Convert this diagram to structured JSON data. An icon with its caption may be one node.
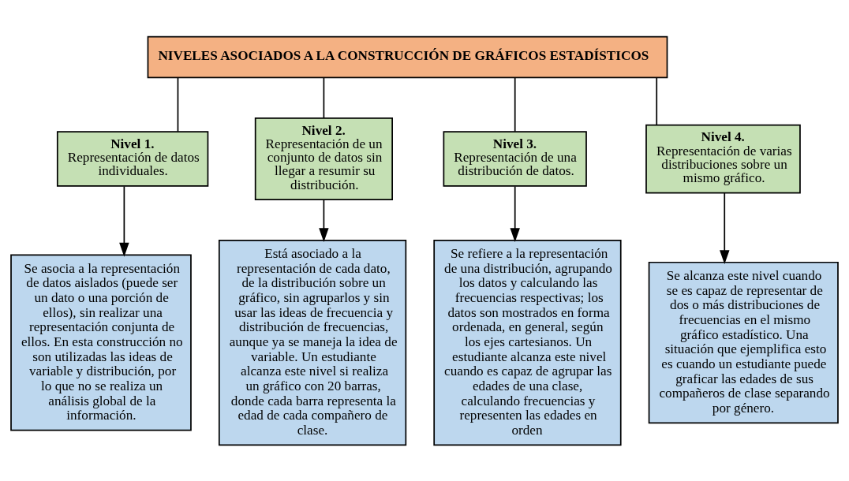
{
  "diagram": {
    "nodes": [
      {
        "text": [
          "NIVELES ASOCIADOS A LA CONSTRUCCIÓN DE GRÁFICOS ESTADÍSTICOS"
        ]
      },
      {
        "text": [
          "Nivel 1.",
          "Representación de datos individuales."
        ]
      },
      {
        "text": [
          "Nivel 2.",
          "Representación de un conjunto de datos sin llegar a resumir su distribución."
        ]
      },
      {
        "text": [
          "Nivel 3.",
          "Representación de una distribución de datos."
        ]
      },
      {
        "text": [
          "Nivel 4.",
          "Representación de varias distribuciones sobre un mismo gráfico."
        ]
      },
      {
        "text": [
          "Se asocia a la representación de datos aislados (puede ser un dato o una porción de ellos), sin realizar una representación conjunta de ellos. En esta construcción no son utilizadas las ideas de variable y distribución, por lo que no se realiza un análisis global de la información."
        ]
      },
      {
        "text": [
          "Está asociado a la representación de cada dato, de la distribución sobre un gráfico, sin agruparlos y sin usar las ideas de frecuencia y distribución de frecuencias, aunque ya se maneja la idea de variable. Un estudiante alcanza este nivel si realiza un gráfico con 20 barras, donde cada barra representa la edad de cada compañero de clase."
        ]
      },
      {
        "text": [
          "Se refiere a la representación de una distribución, agrupando los datos y calculando las frecuencias respectivas; los datos son mostrados en forma ordenada, en general, según los ejes cartesianos. Un estudiante alcanza este nivel cuando es capaz de agrupar las edades de una clase, calculando frecuencias y representen las edades en orden"
        ]
      },
      {
        "text": [
          "Se alcanza este nivel cuando se es capaz de representar de dos o más distribuciones de frecuencias en el mismo gráfico estadístico. Una situación que ejemplifica esto es cuando un estudiante puede graficar las edades de sus compañeros de clase separando por género."
        ]
      }
    ],
    "edges": [
      {
        "from": 0,
        "to": 1,
        "arrow": "none"
      },
      {
        "from": 0,
        "to": 2,
        "arrow": "none"
      },
      {
        "from": 0,
        "to": 3,
        "arrow": "none"
      },
      {
        "from": 0,
        "to": 4,
        "arrow": "none"
      },
      {
        "from": 1,
        "to": 5,
        "arrow": "to"
      },
      {
        "from": 2,
        "to": 6,
        "arrow": "to"
      },
      {
        "from": 3,
        "to": 7,
        "arrow": "to"
      },
      {
        "from": 4,
        "to": 8,
        "arrow": "to"
      }
    ]
  }
}
